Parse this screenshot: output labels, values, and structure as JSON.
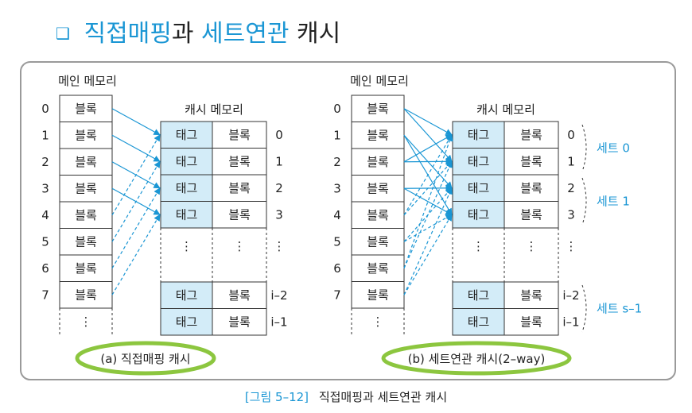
{
  "title": {
    "bullet": "❑",
    "part1": "직접매핑",
    "part2": "과 ",
    "part3": "세트연관",
    "part4": " 캐시"
  },
  "colors": {
    "accent": "#1a96d4",
    "tag_fill": "#d3ecf8",
    "highlight": "#8cc63f",
    "frame": "#9a9a9a",
    "text": "#222222"
  },
  "left": {
    "mm_label": "메인 메모리",
    "cache_label": "캐시 메모리",
    "mm_indices": [
      "0",
      "1",
      "2",
      "3",
      "4",
      "5",
      "6",
      "7"
    ],
    "mm_cell": "블록",
    "tag_cell": "태그",
    "cache_indices": [
      "0",
      "1",
      "2",
      "3",
      "i–2",
      "i–1"
    ],
    "caption": "(a) 직접매핑 캐시"
  },
  "right": {
    "mm_label": "메인 메모리",
    "cache_label": "캐시 메모리",
    "mm_indices": [
      "0",
      "1",
      "2",
      "3",
      "4",
      "5",
      "6",
      "7"
    ],
    "mm_cell": "블록",
    "tag_cell": "태그",
    "cache_indices": [
      "0",
      "1",
      "2",
      "3",
      "i–2",
      "i–1"
    ],
    "sets": [
      "세트 0",
      "세트 1",
      "세트 s–1"
    ],
    "caption": "(b) 세트연관 캐시(2–way)"
  },
  "figure_caption": {
    "number": "[그림 5–12]",
    "text": "직접매핑과 세트연관 캐시"
  }
}
